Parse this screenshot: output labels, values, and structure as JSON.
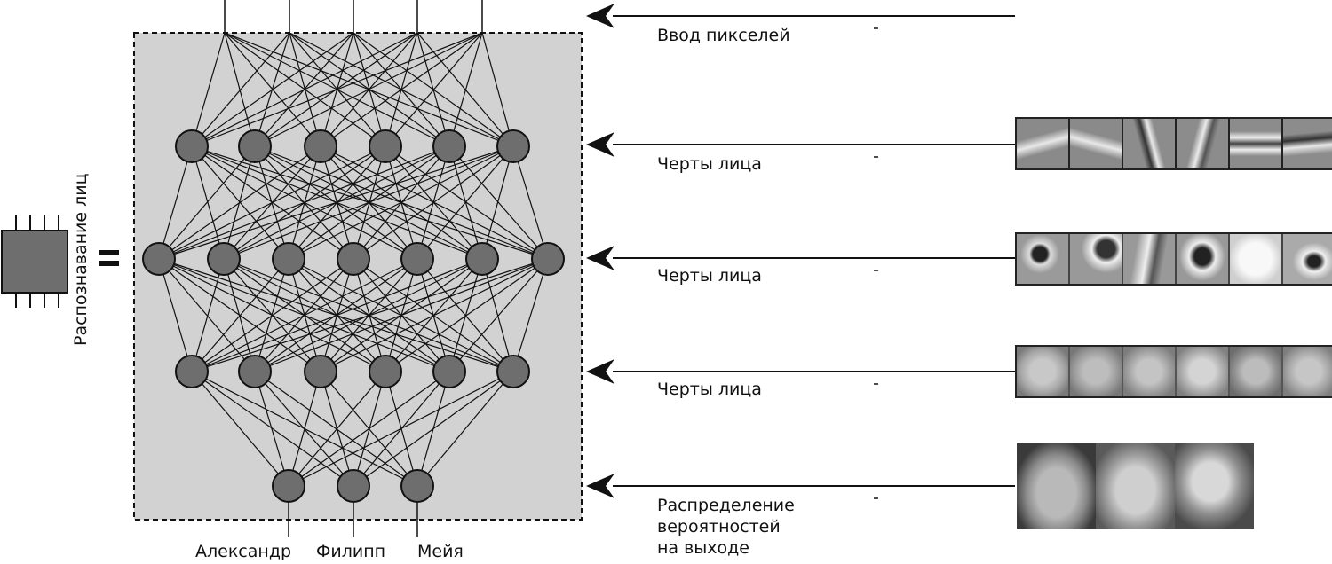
{
  "chip_label": "Распознавание лиц",
  "arrow_labels": [
    "Ввод пикселей",
    "Черты лица",
    "Черты лица",
    "Черты лица",
    "Распределение\nвероятностей\nна выходе"
  ],
  "outputs": [
    "Александр",
    "Филипп",
    "Мейя"
  ],
  "colors": {
    "node_fill": "#6e6e6e",
    "panel_fill": "#d2d2d2",
    "stroke": "#111111"
  }
}
